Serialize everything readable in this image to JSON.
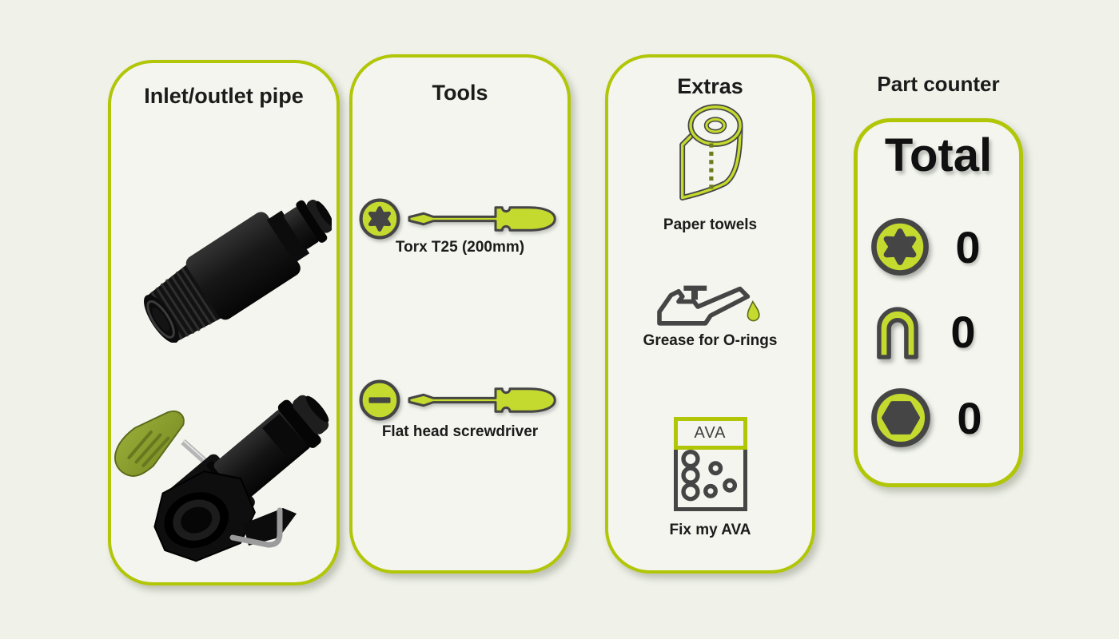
{
  "colors": {
    "accent": "#b2c608",
    "lime": "#c5da2f",
    "dark": "#454545",
    "olive": "#8a9c2f",
    "bg": "#f0f2ea",
    "panel": "#f3f5ee",
    "ink": "#1b1b1b"
  },
  "panels": {
    "pipe": {
      "title": "Inlet/outlet pipe",
      "parts": [
        {
          "icon": "threaded-pipe-adapter-image"
        },
        {
          "icon": "valve-connector-image"
        }
      ]
    },
    "tools": {
      "title": "Tools",
      "items": [
        {
          "label": "Torx T25 (200mm)",
          "icon": "torx-bit-icon"
        },
        {
          "label": "Flat head screwdriver",
          "icon": "flat-bit-icon"
        }
      ]
    },
    "extras": {
      "title": "Extras",
      "ava_text": "AVA",
      "items": [
        {
          "label": "Paper towels",
          "icon": "paper-towel-icon"
        },
        {
          "label": "Grease for O-rings",
          "icon": "oil-can-icon"
        },
        {
          "label": "Fix my AVA",
          "icon": "ava-box-icon"
        }
      ]
    },
    "counter": {
      "title": "Part counter",
      "total_label": "Total",
      "rows": [
        {
          "icon": "torx-screw-icon",
          "count": "0"
        },
        {
          "icon": "u-clip-icon",
          "count": "0"
        },
        {
          "icon": "hex-bolt-icon",
          "count": "0"
        }
      ]
    }
  }
}
